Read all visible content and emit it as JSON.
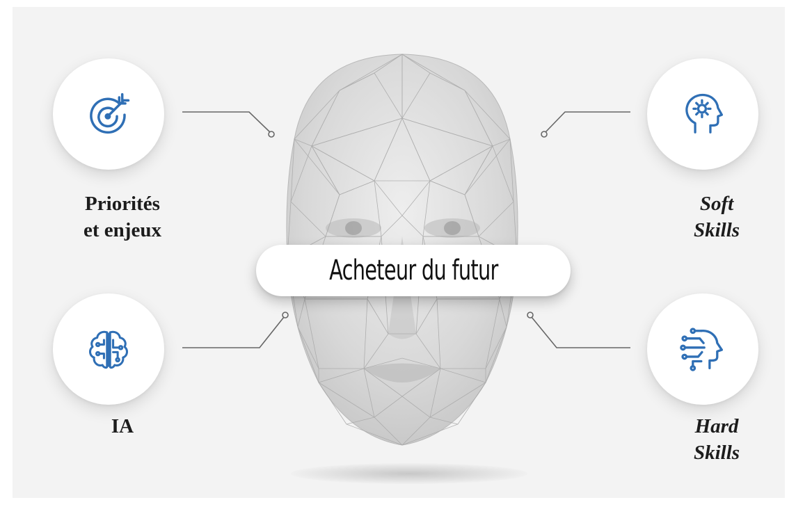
{
  "title": "Acheteur du futur",
  "accent_color": "#2f6fb5",
  "line_color": "#666666",
  "nodes": [
    {
      "key": "priorities",
      "icon": "target-icon",
      "label_line1": "Priorités",
      "label_line2": "et enjeux",
      "italic": false
    },
    {
      "key": "ia",
      "icon": "brain-circuit-icon",
      "label_line1": "IA",
      "label_line2": "",
      "italic": false
    },
    {
      "key": "soft",
      "icon": "head-gear-icon",
      "label_line1": "Soft",
      "label_line2": "Skills",
      "italic": true
    },
    {
      "key": "hard",
      "icon": "head-circuit-icon",
      "label_line1": "Hard",
      "label_line2": "Skills",
      "italic": true
    }
  ]
}
